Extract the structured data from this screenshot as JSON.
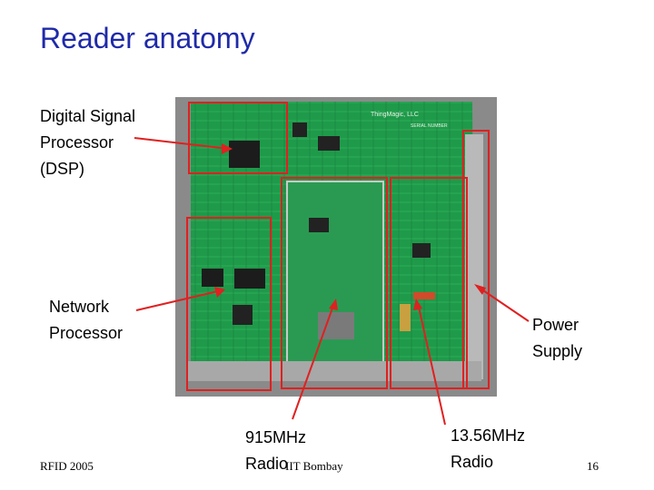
{
  "slide": {
    "title": "Reader anatomy",
    "labels": {
      "dsp": "Digital Signal\nProcessor\n(DSP)",
      "network": "Network\nProcessor",
      "power": "Power\nSupply",
      "radio915": "915MHz\nRadio",
      "radio1356": "13.56MHz\nRadio"
    },
    "footer": {
      "left": "RFID 2005",
      "center": "IIT Bombay",
      "page": "16"
    },
    "board_text": {
      "maker": "ThingMagic, LLC",
      "serial": "SERIAL NUMBER"
    }
  },
  "colors": {
    "title": "#1f2aa8",
    "highlight": "#e02020",
    "board": "#1f9a4a",
    "backdrop": "#8a8a8a"
  }
}
